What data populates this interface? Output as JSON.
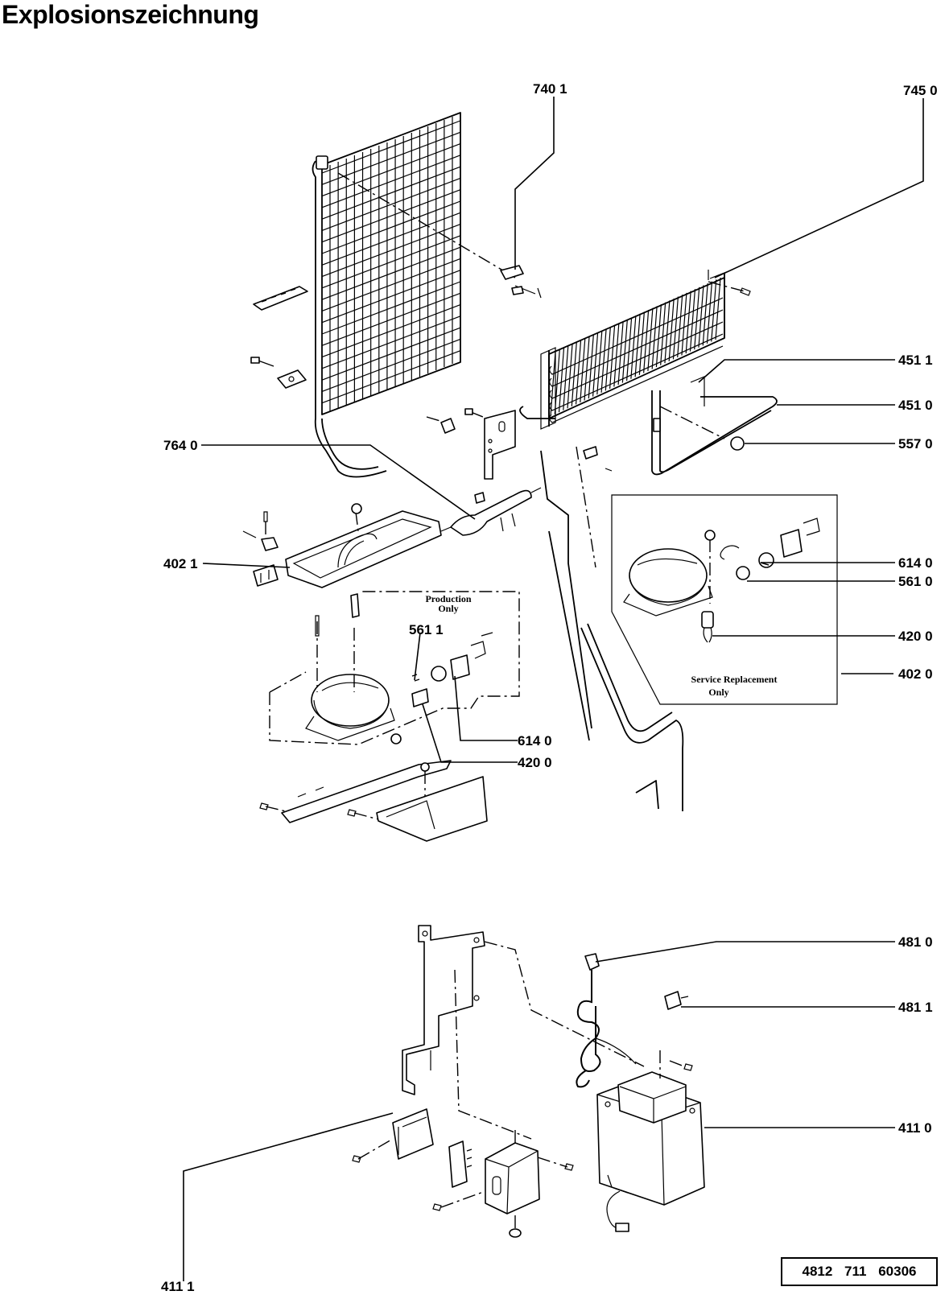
{
  "page": {
    "title": "Explosionszeichnung",
    "document_number": "4812  711  60306"
  },
  "notes": {
    "production_line1": "Production",
    "production_line2": "Only",
    "service_line1": "Service Replacement",
    "service_line2": "Only"
  },
  "callouts": {
    "c7401": "740 1",
    "c7450": "745 0",
    "c4511": "451 1",
    "c4510": "451 0",
    "c5570": "557 0",
    "c7640": "764 0",
    "c6140a": "614 0",
    "c5610": "561 0",
    "c4021": "402 1",
    "c5611": "561 1",
    "c4200a": "420 0",
    "c4020": "402 0",
    "c6140b": "614 0",
    "c4200b": "420 0",
    "c4810": "481 0",
    "c4811": "481 1",
    "c4110": "411 0",
    "c4111": "411 1"
  }
}
